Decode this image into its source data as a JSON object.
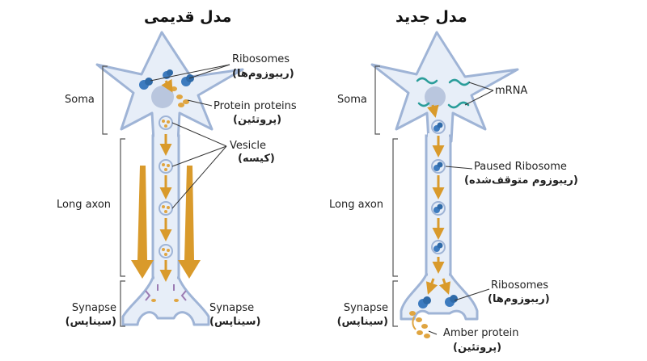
{
  "panels": {
    "old": {
      "title": "مدل قدیمی",
      "soma": "Soma",
      "long_axon": "Long axon",
      "synapse_left": "Synapse",
      "synapse_left_fa": "(سیناپس)",
      "synapse_right": "Synapse",
      "synapse_right_fa": "(سیناپس)",
      "ribosomes": "Ribosomes",
      "ribosomes_fa": "(ریبوزوم‌ها)",
      "protein": "Protein proteins",
      "protein_fa": "(پروتئین)",
      "vesicle": "Vesicle",
      "vesicle_fa": "(کیسه)"
    },
    "new": {
      "title": "مدل جدید",
      "soma": "Soma",
      "long_axon": "Long axon",
      "synapse": "Synapse",
      "synapse_fa": "(سیناپس)",
      "mrna": "mRNA",
      "paused": "Paused Ribosome",
      "paused_fa": "(ریبوزوم متوقف‌شده)",
      "ribosomes": "Ribosomes",
      "ribosomes_fa": "(ریبوزوم‌ها)",
      "amber": "Amber protein",
      "amber_fa": "(پروتئین)"
    }
  },
  "colors": {
    "membrane": "#9fb4d6",
    "cytoplasm": "#e7eef8",
    "nucleus": "#b9c6de",
    "ribosome": "#3d7bbf",
    "arrow": "#d99a2b",
    "protein": "#e0a540",
    "mrna": "#2a9d9a",
    "synapse_mark": "#9b7bb3"
  }
}
